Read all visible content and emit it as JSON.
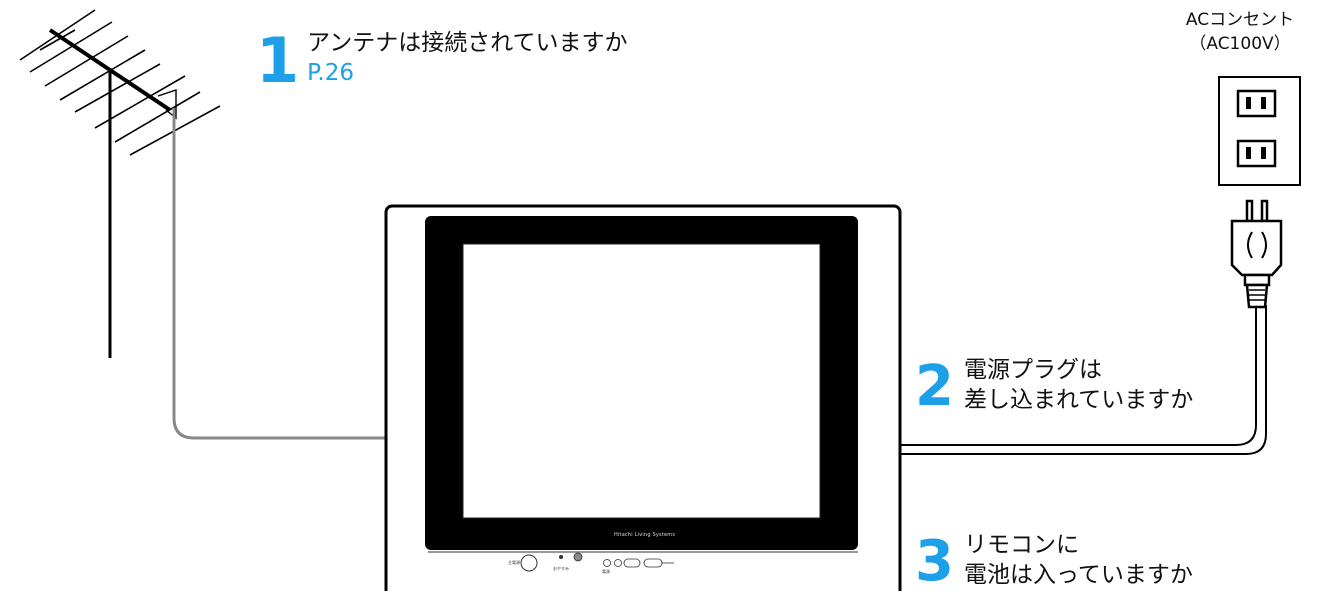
{
  "steps": [
    {
      "number": "1",
      "text": "アンテナは接続されていますか",
      "ref": "P.26"
    },
    {
      "number": "2",
      "line1": "電源プラグは",
      "line2": "差し込まれていますか"
    },
    {
      "number": "3",
      "line1": "リモコンに",
      "line2": "電池は入っていますか"
    }
  ],
  "outlet": {
    "line1": "ACコンセント",
    "line2": "（AC100V）"
  },
  "tv": {
    "brand": "Hitachi Living Systems",
    "panel_small_1": "主電源",
    "panel_small_2": "おやすみ",
    "panel_small_3": "電源"
  },
  "colors": {
    "accent": "#1ea0e8",
    "frame": "#111111",
    "cable": "#888888"
  },
  "icons": [
    "antenna-icon",
    "outlet-icon",
    "power-plug-icon",
    "tv-icon"
  ]
}
